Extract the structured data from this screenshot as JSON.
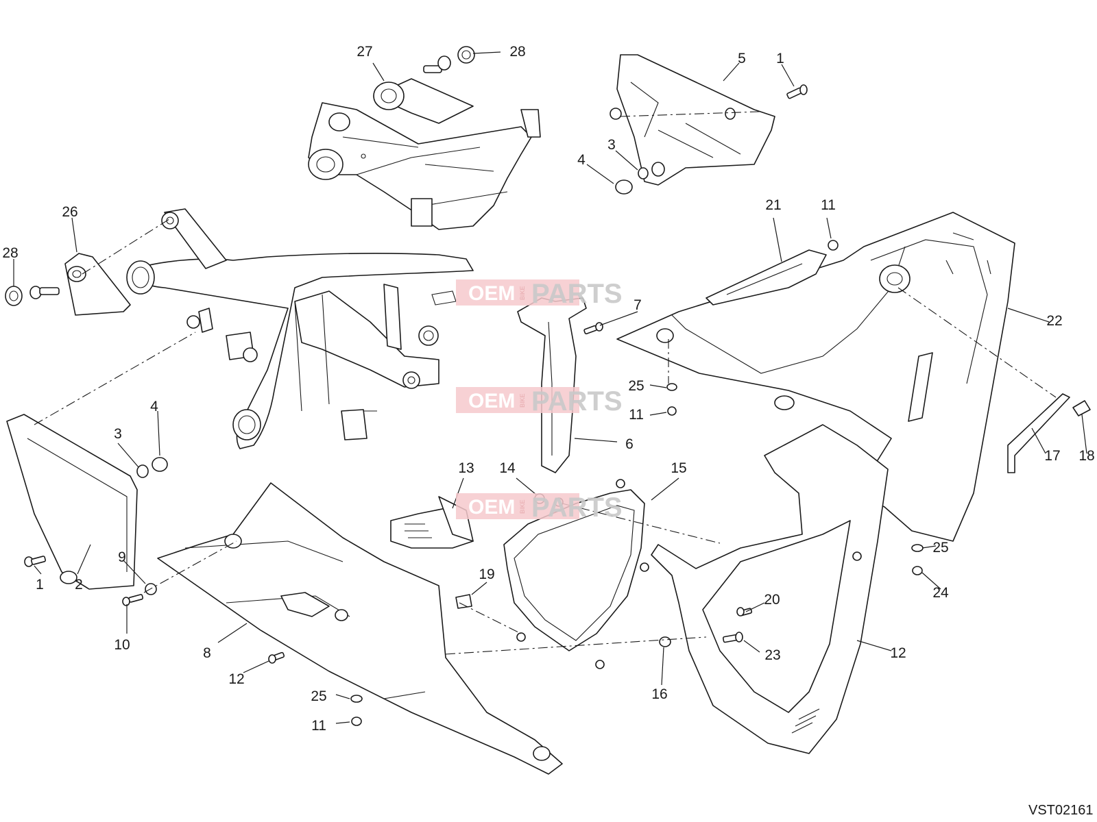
{
  "diagram": {
    "code": "VST02161",
    "watermark": {
      "word1": "OEM",
      "small": "BIKE",
      "word2": "PARTS",
      "color": "#e8505b"
    },
    "callouts": [
      "27",
      "28",
      "5",
      "1",
      "26",
      "28",
      "3",
      "4",
      "21",
      "11",
      "22",
      "7",
      "25",
      "11",
      "6",
      "17",
      "18",
      "3",
      "4",
      "13",
      "14",
      "15",
      "1",
      "2",
      "9",
      "19",
      "25",
      "24",
      "20",
      "10",
      "8",
      "12",
      "16",
      "23",
      "12",
      "25",
      "11"
    ]
  }
}
